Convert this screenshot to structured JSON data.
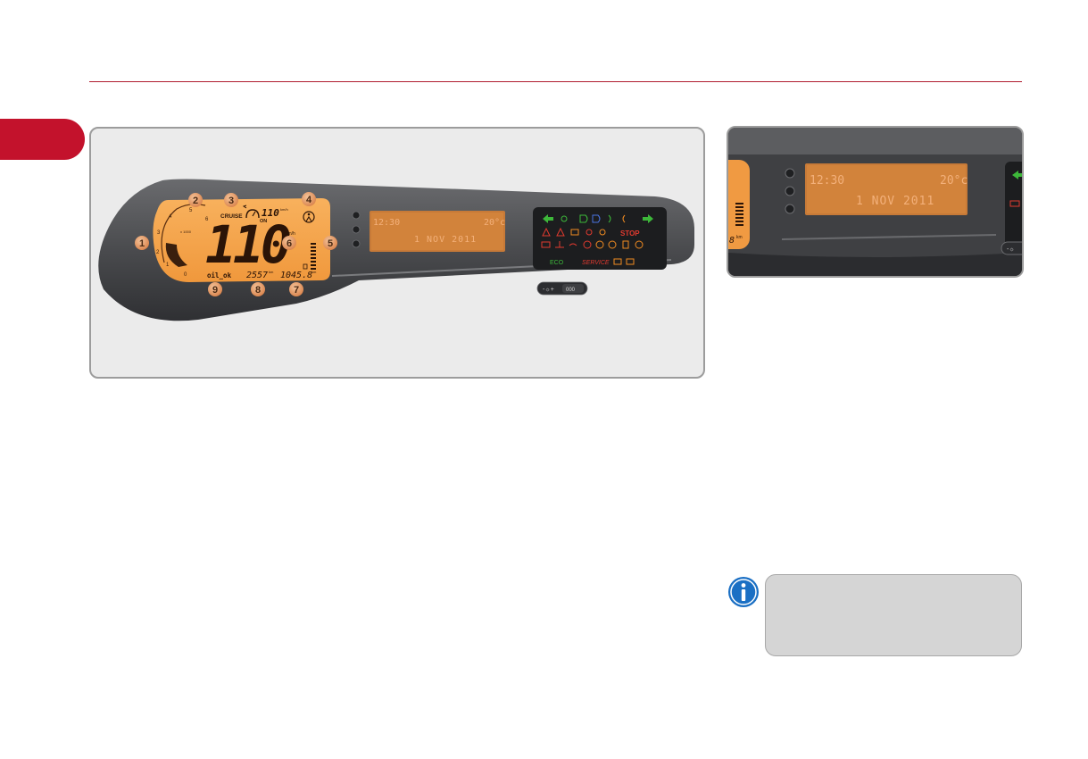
{
  "instrument_panel": {
    "lcd_left": {
      "speed": "110",
      "speed_unit": "km/h",
      "cruise_label": "CRUISE",
      "cruise_set_speed": "110",
      "cruise_set_unit": "km/h",
      "cruise_status": "ON",
      "rev_scale": [
        "0",
        "1",
        "2",
        "3",
        "4",
        "5",
        "6"
      ],
      "rev_scale_label": "x 1000",
      "oil_message": "oil_ok",
      "total_distance": "2557",
      "total_distance_unit": "km",
      "trip_distance": "1045.8",
      "trip_distance_unit": "km"
    },
    "callouts": [
      "1",
      "2",
      "3",
      "4",
      "5",
      "6",
      "7",
      "8",
      "9"
    ],
    "center_display": {
      "time": "12:30",
      "temperature": "20°c",
      "date": "1 NOV 2011"
    },
    "warning_panel": {
      "stop_label": "STOP",
      "eco_label": "ECO",
      "service_label": "SERVICE"
    }
  },
  "zoom_panel": {
    "time": "12:30",
    "temperature": "20°c",
    "date": "1 NOV 2011",
    "distance_fragment": "8",
    "distance_unit": "km"
  },
  "colors": {
    "accent_red": "#c3122c",
    "lcd_orange": "#f5a24b",
    "callout": "#e9a166",
    "indicator_green": "#3db83a",
    "warning_red": "#e03a2f",
    "warning_orange": "#f08b21"
  }
}
